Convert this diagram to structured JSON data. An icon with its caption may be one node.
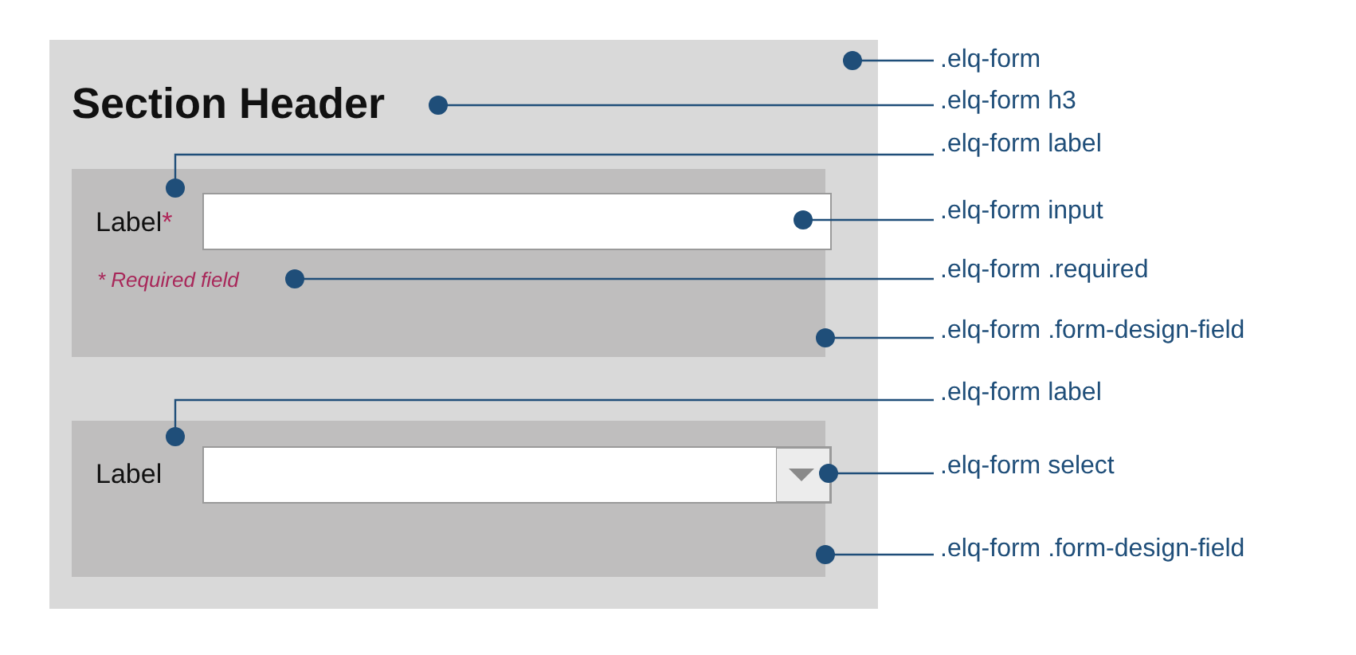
{
  "diagram": {
    "nodes": [
      {
        "text": [],
        "shape": "box"
      },
      {
        "text": [
          "Section Header"
        ],
        "in": 0
      },
      {
        "text": [],
        "shape": "box",
        "in": 0
      },
      {
        "text": [
          "Label",
          "*"
        ],
        "in": 2
      },
      {
        "text": [],
        "shape": "box",
        "in": 2
      },
      {
        "text": [
          "* Required field"
        ],
        "in": 2
      },
      {
        "text": [],
        "shape": "box",
        "in": 0
      },
      {
        "text": [
          "Label"
        ],
        "in": 6
      },
      {
        "text": [],
        "shape": "box",
        "in": 6
      },
      {
        "text": [
          ".elq-form"
        ]
      },
      {
        "text": [
          ".elq-form h3"
        ]
      },
      {
        "text": [
          ".elq-form label"
        ]
      },
      {
        "text": [
          ".elq-form input"
        ]
      },
      {
        "text": [
          ".elq-form .required"
        ]
      },
      {
        "text": [
          ".elq-form .form-design-field"
        ]
      },
      {
        "text": [
          ".elq-form label"
        ]
      },
      {
        "text": [
          ".elq-form select"
        ]
      },
      {
        "text": [
          ".elq-form .form-design-field"
        ]
      }
    ],
    "edges": [
      {
        "from": 9,
        "to": 0,
        "arrow": "other"
      },
      {
        "from": 10,
        "to": 1,
        "arrow": "other"
      },
      {
        "from": 11,
        "to": 3,
        "arrow": "other"
      },
      {
        "from": 12,
        "to": 4,
        "arrow": "other"
      },
      {
        "from": 13,
        "to": 5,
        "arrow": "other"
      },
      {
        "from": 14,
        "to": 2,
        "arrow": "other"
      },
      {
        "from": 15,
        "to": 7,
        "arrow": "other"
      },
      {
        "from": 16,
        "to": 8,
        "arrow": "other"
      },
      {
        "from": 17,
        "to": 6,
        "arrow": "other"
      }
    ]
  }
}
